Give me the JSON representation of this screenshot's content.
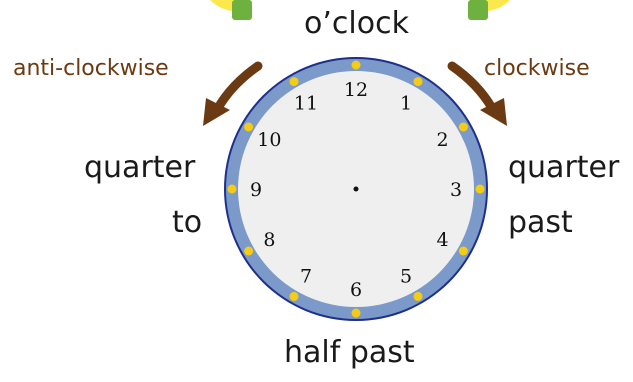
{
  "labels": {
    "top": "o’clock",
    "bottom": "half past",
    "left_line1": "quarter",
    "left_line2": "to",
    "right_line1": "quarter",
    "right_line2": "past",
    "anticlockwise": "anti-clockwise",
    "clockwise": "clockwise"
  },
  "clock": {
    "numbers": [
      "12",
      "1",
      "2",
      "3",
      "4",
      "5",
      "6",
      "7",
      "8",
      "9",
      "10",
      "11"
    ],
    "face_color": "#efefef",
    "rim_color": "#7b9ac9",
    "outline_color": "#1e2f8c",
    "dot_color": "#f5cc14"
  },
  "colors": {
    "arrow": "#6b3a12",
    "decor_green": "#6fb13f",
    "decor_yellow": "#fbe84c"
  }
}
